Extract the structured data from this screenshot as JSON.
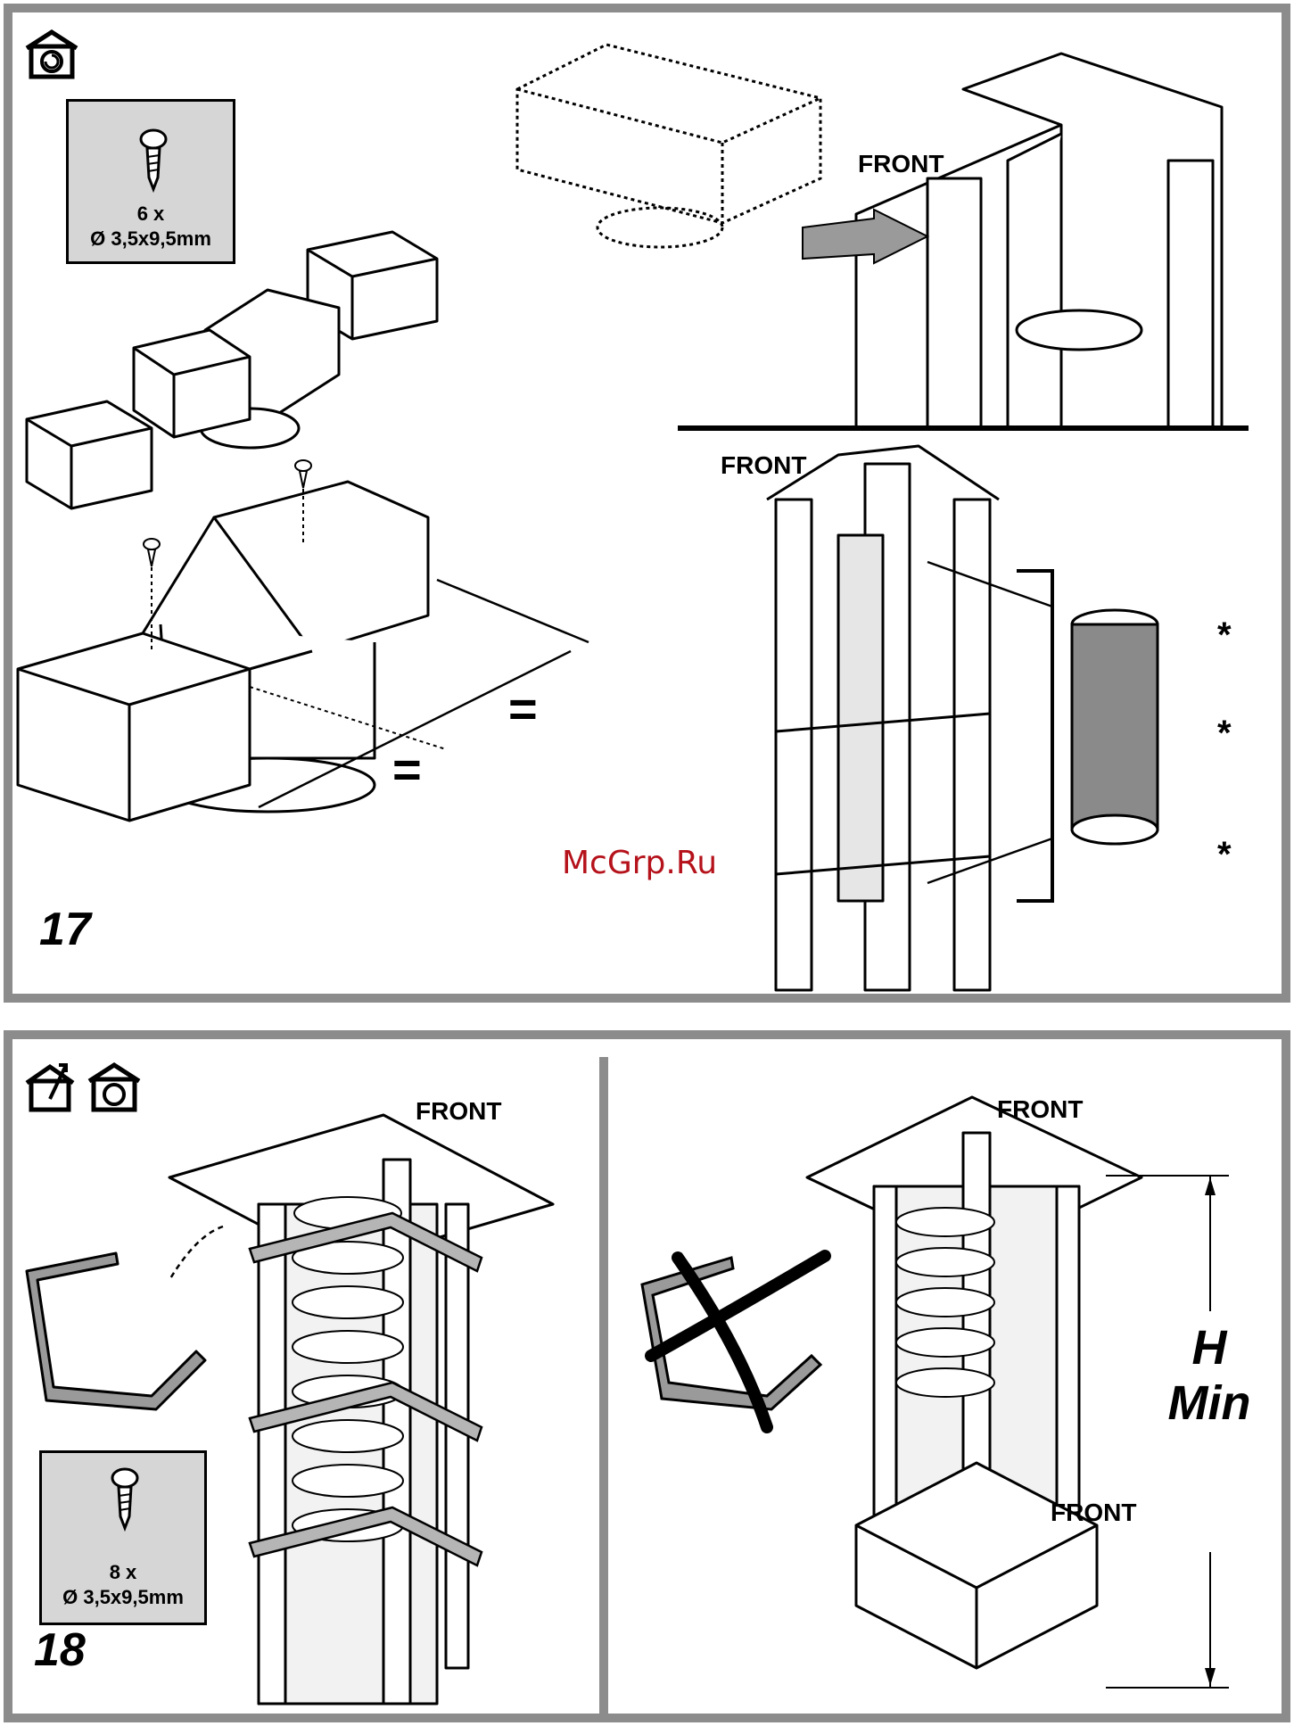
{
  "step17": {
    "number": "17",
    "screw_qty": "6 x",
    "screw_size": "Ø 3,5x9,5mm",
    "front_label_top": "FRONT",
    "front_label_frame": "FRONT",
    "equal_sign_a": "=",
    "equal_sign_b": "=",
    "asterisk_top": "*",
    "asterisk_mid": "*",
    "asterisk_bottom": "*"
  },
  "watermark": "McGrp.Ru",
  "step18": {
    "number": "18",
    "screw_qty": "8 x",
    "screw_size": "Ø 3,5x9,5mm",
    "front_label_left": "FRONT",
    "front_label_right_top": "FRONT",
    "front_label_right_bottom": "FRONT",
    "height_label_line1": "H",
    "height_label_line2": "Min"
  },
  "icons": [
    "recirculation-house-icon",
    "exhaust-house-icon",
    "screw-icon",
    "not-allowed-cross-icon"
  ]
}
